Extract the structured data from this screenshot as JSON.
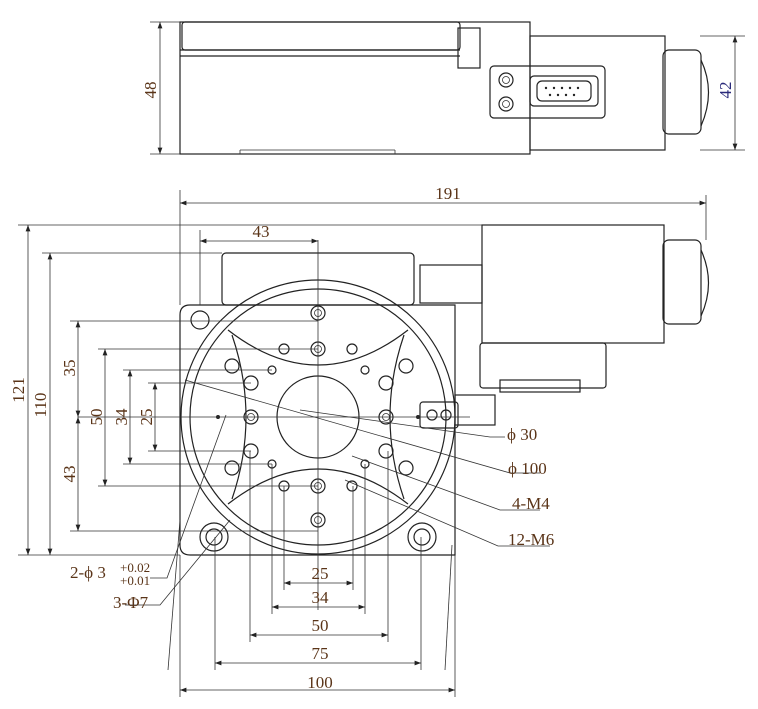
{
  "top_view": {
    "height_dim": "48",
    "motor_dim": "42"
  },
  "plan_view": {
    "dims": {
      "overall_length": "191",
      "overall_width": "121",
      "base_width": "110",
      "top_hole_offset": "43",
      "left_35": "35",
      "left_43": "43",
      "left_50": "50",
      "left_34": "34",
      "left_25": "25",
      "bottom_25": "25",
      "bottom_34": "34",
      "bottom_50": "50",
      "bottom_75": "75",
      "bottom_100": "100"
    },
    "callouts": {
      "center_hole": "ϕ 30",
      "table_dia": "ϕ 100",
      "m4": "4-M4",
      "m6": "12-M6",
      "pin_hole_prefix": "2-ϕ 3",
      "pin_tol_upper": "+0.02",
      "pin_tol_lower": "+0.01",
      "through_hole": "3-Φ7"
    }
  }
}
